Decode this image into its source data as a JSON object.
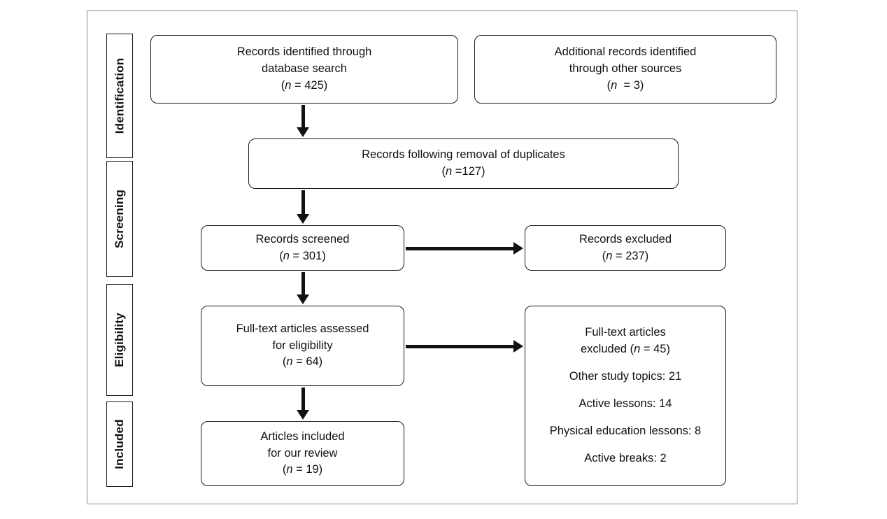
{
  "stages": [
    {
      "label": "Identification"
    },
    {
      "label": "Screening"
    },
    {
      "label": "Eligibility"
    },
    {
      "label": "Included"
    }
  ],
  "boxes": {
    "identified": {
      "lines": [
        "Records identified through",
        "database search"
      ],
      "count": {
        "pre": "(",
        "n": "n",
        "post": " = 425)"
      }
    },
    "additional": {
      "lines": [
        "Additional records identified",
        "through other sources"
      ],
      "count": {
        "pre": "(",
        "n": "n",
        "post": "  = 3)"
      }
    },
    "duplicates": {
      "lines": [
        "Records following removal of duplicates"
      ],
      "count": {
        "pre": "(",
        "n": "n",
        "post": " =127)"
      }
    },
    "screened": {
      "lines": [
        "Records screened"
      ],
      "count": {
        "pre": "(",
        "n": "n",
        "post": " = 301)"
      }
    },
    "excluded": {
      "lines": [
        "Records excluded"
      ],
      "count": {
        "pre": "(",
        "n": "n",
        "post": " = 237)"
      }
    },
    "fulltext": {
      "lines": [
        "Full-text articles assessed",
        "for eligibility"
      ],
      "count": {
        "pre": "(",
        "n": "n",
        "post": " = 64)"
      }
    },
    "fulltext_excluded": {
      "line1": "Full-text articles",
      "line2_pre": "excluded (",
      "line2_n": "n",
      "line2_post": " = 45)",
      "reasons": [
        "Other study topics: 21",
        "Active lessons: 14",
        "Physical education lessons: 8",
        "Active breaks: 2"
      ]
    },
    "included": {
      "lines": [
        "Articles included",
        "for our review"
      ],
      "count": {
        "pre": "(",
        "n": "n",
        "post": " = 19)"
      }
    }
  }
}
